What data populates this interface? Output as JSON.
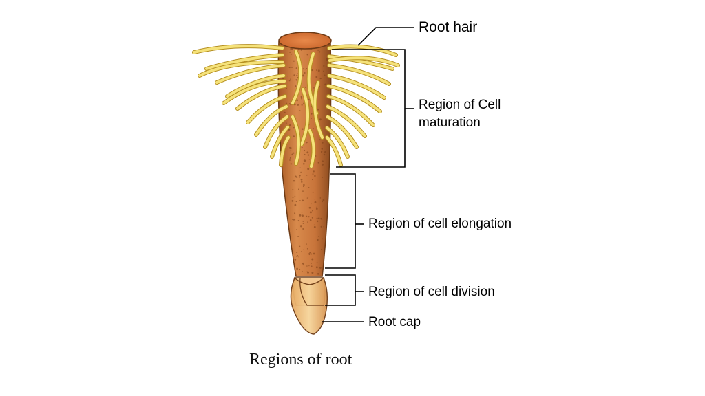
{
  "labels": {
    "root_hair": "Root hair",
    "maturation_line1": "Region of Cell",
    "maturation_line2": "maturation",
    "elongation": "Region of cell elongation",
    "division": "Region of cell division",
    "root_cap": "Root cap"
  },
  "caption": "Regions of root",
  "colors": {
    "root_body": "#c8743a",
    "root_body_light": "#e0a068",
    "root_shadow": "#8a4a1e",
    "root_hair": "#f5e27a",
    "root_hair_outline": "#b58f20",
    "root_cap": "#f0c27a",
    "division_zone": "#f4c890",
    "top_cut": "#d9783c",
    "leader_line": "#000000"
  }
}
